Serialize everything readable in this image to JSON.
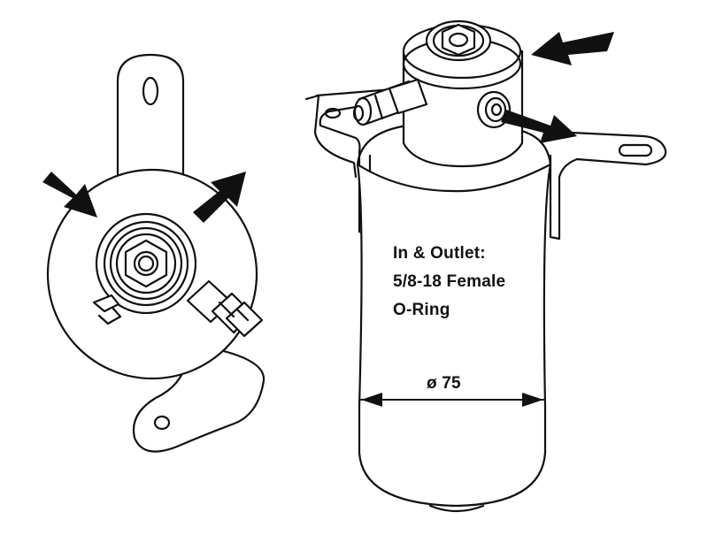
{
  "annotations": {
    "inlet_outlet_lines": [
      "In & Outlet:",
      "5/8-18 Female",
      "O-Ring"
    ],
    "diameter_label": "ø 75"
  },
  "colors": {
    "line": "#111111",
    "background": "#ffffff"
  }
}
